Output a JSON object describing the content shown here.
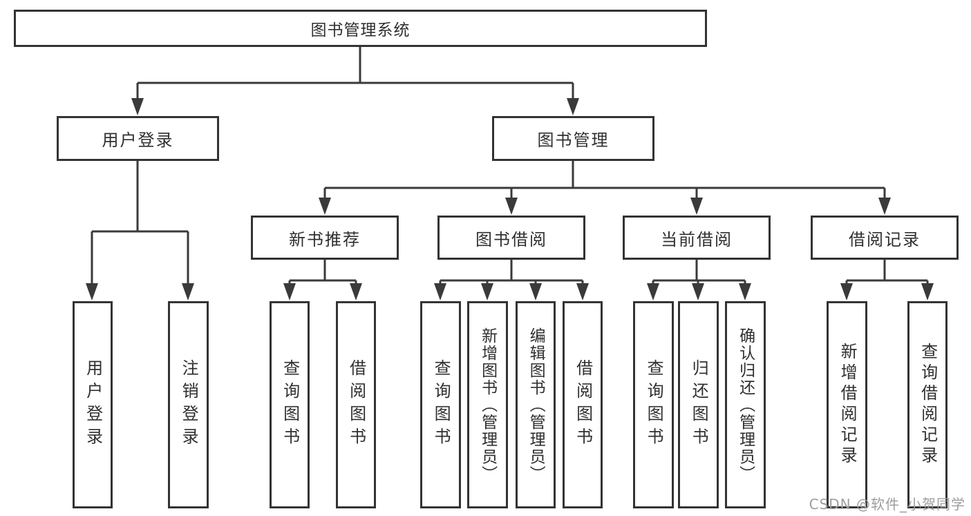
{
  "diagram": {
    "root": "图书管理系统",
    "level2": {
      "user_login": "用户登录",
      "book_management": "图书管理"
    },
    "level3": {
      "new_book": "新书推荐",
      "book_borrow": "图书借阅",
      "current_borrow": "当前借阅",
      "borrow_record": "借阅记录"
    },
    "leaves": {
      "user_login": "用户登录",
      "logout": "注销登录",
      "nb_query": "查询图书",
      "nb_borrow": "借阅图书",
      "bb_query": "查询图书",
      "bb_add": "新增图书（管理员）",
      "bb_edit": "编辑图书（管理员）",
      "bb_borrow": "借阅图书",
      "cb_query": "查询图书",
      "cb_return": "归还图书",
      "cb_confirm": "确认归还（管理员）",
      "br_add": "新增借阅记录",
      "br_query": "查询借阅记录"
    }
  },
  "watermark": {
    "text": "CSDN @软件_小贺同学",
    "color": "#9d9d9d"
  },
  "colors": {
    "line": "#3a3a3a",
    "box_border": "#333333",
    "text": "#2f2f2f",
    "background": "#ffffff"
  }
}
